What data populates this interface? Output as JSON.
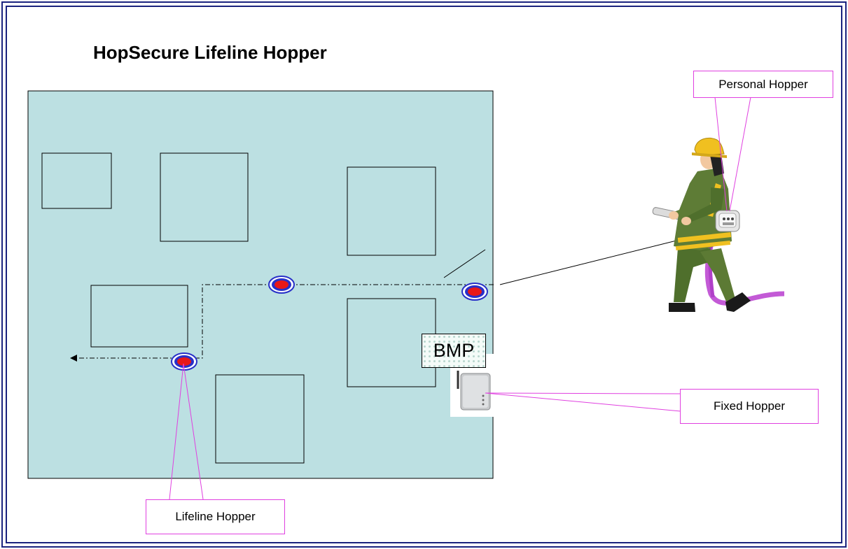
{
  "title": "HopSecure Lifeline Hopper",
  "labels": {
    "personal_hopper": "Personal Hopper",
    "fixed_hopper": "Fixed Hopper",
    "lifeline_hopper": "Lifeline Hopper",
    "bmp": "BMP"
  },
  "colors": {
    "frame": "#1a237e",
    "floor": "#bce0e2",
    "callout_line": "#e040e0",
    "hopper_ring": "#2830c8",
    "hopper_core": "#e81818"
  }
}
